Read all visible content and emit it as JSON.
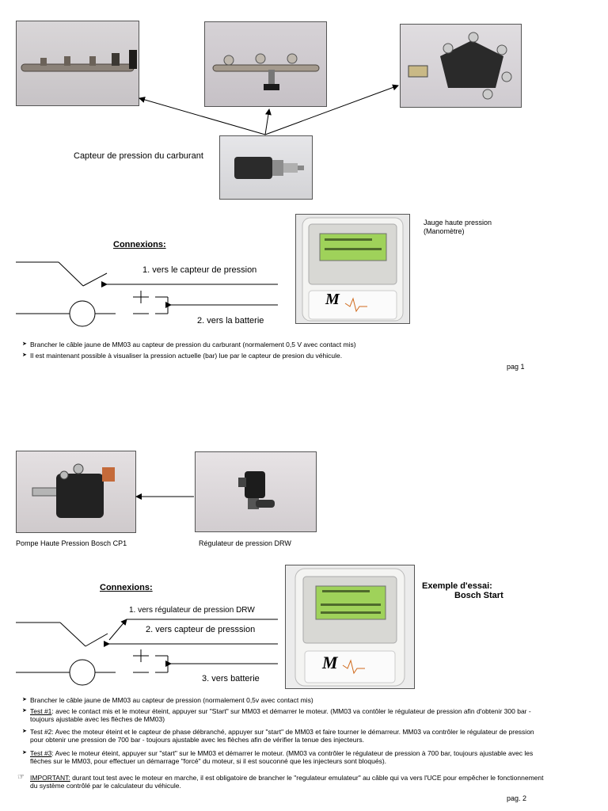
{
  "page1": {
    "sensor_caption": "Capteur de pression du carburant",
    "connexions_title": "Connexions:",
    "wire1_label": "1. vers le capteur de pression",
    "wire2_label": "2. vers la batterie",
    "gauge_caption_line1": "Jauge haute pression",
    "gauge_caption_line2": "(Manomètre)",
    "bullets": [
      "Brancher le câble jaune de MM03 au capteur de pression du carburant (normalement 0,5 V avec contact mis)",
      "Il est maintenant possible à visualiser la pression actuelle (bar) lue par le capteur de presion du véhicule."
    ],
    "page_number": "pag 1"
  },
  "page2": {
    "pump_caption": "Pompe Haute Pression Bosch CP1",
    "regulator_caption": "Régulateur de pression DRW",
    "connexions_title": "Connexions:",
    "wire1_label": "1. vers régulateur de pression DRW",
    "wire2_label": "2. vers capteur de presssion",
    "wire3_label": "3. vers batterie",
    "example_title_line1": "Exemple d'essai:",
    "example_title_line2": "Bosch Start",
    "bullet1": "Brancher le câble jaune de MM03 au capteur de pression (normalement 0,5v  avec contact mis)",
    "bullet2_label": "Test #1",
    "bullet2_text": ": avec le contact mis et le moteur éteint, appuyer sur \"Start\" sur MM03 et démarrer le moteur. (MM03 va contôler le régulateur de pression afin d'obtenir 300 bar - toujours ajustable avec les flèches de MM03)",
    "bullet3_label": "Test #2",
    "bullet3_text": ": Avec the moteur éteint et le capteur de phase débranché, appuyer sur \"start\" de MM03 et faire tourner le démarreur. MM03 va contrôler le régulateur de pression pour obtenir une pression de 700 bar - toujours ajustable avec les flèches afin de vérifier la tenue des injecteurs.",
    "bullet4_label": "Test #3",
    "bullet4_text": ": Avec le moteur éteint, appuyer sur \"start\" sur le MM03 et démarrer le moteur. (MM03 va contrôler le régulateur de pression à 700 bar, toujours ajustable avec les flèches sur le MM03, pour effectuer un démarrage \"forcé\" du moteur, si il est souconné que les injecteurs sont bloqués).",
    "important_label": "IMPORTANT:",
    "important_text": " durant tout test avec le moteur en marche, il est obligatoire de brancher le \"regulateur emulateur\" au câble qui va vers l'UCE pour empêcher le fonctionnement du système contrôlé par le calculateur du véhicule.",
    "page_number": "pag. 2"
  },
  "device": {
    "logo_text": "M"
  }
}
